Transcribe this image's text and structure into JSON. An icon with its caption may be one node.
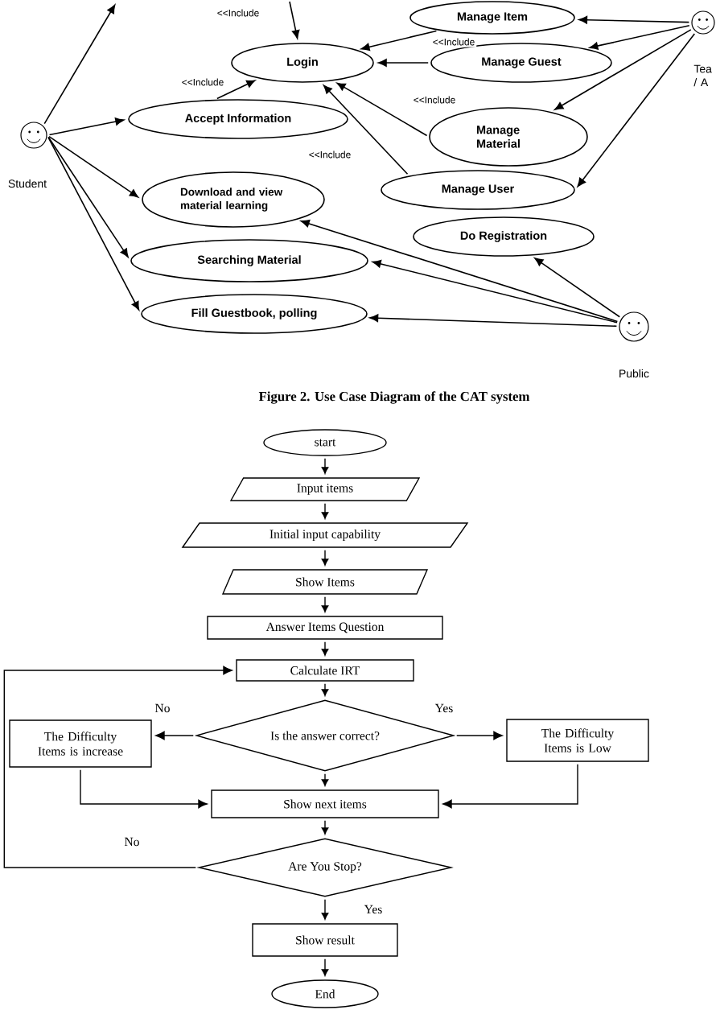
{
  "diagram": {
    "caption": "Figure 2. Use Case Diagram of the CAT system",
    "nodes": [
      {
        "text": [
          "Manage Item"
        ]
      },
      {
        "text": [],
        "shape": "person",
        "beside": [
          "Tea / A"
        ]
      },
      {
        "text": [
          "Login"
        ]
      },
      {
        "text": [
          "Manage Guest"
        ]
      },
      {
        "text": [
          "Accept Information"
        ]
      },
      {
        "text": [],
        "shape": "person",
        "beside": [
          "Student"
        ]
      },
      {
        "text": [
          "Manage Material"
        ]
      },
      {
        "text": [
          "Manage User"
        ]
      },
      {
        "text": [
          "Download and view material learning"
        ]
      },
      {
        "text": [
          "Do Registration"
        ]
      },
      {
        "text": [
          "Searching Material"
        ]
      },
      {
        "text": [
          "Fill Guestbook, polling"
        ]
      },
      {
        "text": [],
        "shape": "person",
        "beside": [
          "Public"
        ]
      },
      {
        "text": [
          "start"
        ]
      },
      {
        "text": [
          "Input items"
        ]
      },
      {
        "text": [
          "Initial input capability"
        ]
      },
      {
        "text": [
          "Show Items"
        ]
      },
      {
        "text": [
          "Answer Items Question"
        ]
      },
      {
        "text": [
          "Calculate IRT"
        ]
      },
      {
        "text": [
          "Is the answer correct?"
        ]
      },
      {
        "text": [
          "The Difficulty Items is increase"
        ]
      },
      {
        "text": [
          "The Difficulty Items is Low"
        ]
      },
      {
        "text": [
          "Show next items"
        ]
      },
      {
        "text": [
          "Are You Stop?"
        ]
      },
      {
        "text": [
          "Show result"
        ]
      },
      {
        "text": [
          "End"
        ]
      }
    ],
    "edges": [
      {
        "from": 5,
        "to": null,
        "arrow": "to"
      },
      {
        "from": 5,
        "to": 4,
        "arrow": "to"
      },
      {
        "from": 5,
        "to": 8,
        "arrow": "to"
      },
      {
        "from": 5,
        "to": 10,
        "arrow": "to"
      },
      {
        "from": 5,
        "to": 11,
        "arrow": "to"
      },
      {
        "from": null,
        "to": 2,
        "arrow": "to",
        "label": "<<Include"
      },
      {
        "from": 0,
        "to": 2,
        "arrow": "to",
        "label": "<<Include"
      },
      {
        "from": 4,
        "to": 2,
        "arrow": "to",
        "label": "<<Include"
      },
      {
        "from": 3,
        "to": 2,
        "arrow": "to"
      },
      {
        "from": 6,
        "to": 2,
        "arrow": "to",
        "label": "<<Include"
      },
      {
        "from": 7,
        "to": 2,
        "arrow": "to",
        "label": "<<Include"
      },
      {
        "from": 1,
        "to": 0,
        "arrow": "to"
      },
      {
        "from": 1,
        "to": 3,
        "arrow": "to"
      },
      {
        "from": 1,
        "to": 6,
        "arrow": "to"
      },
      {
        "from": 1,
        "to": 7,
        "arrow": "to"
      },
      {
        "from": 12,
        "to": 8,
        "arrow": "to"
      },
      {
        "from": 12,
        "to": 10,
        "arrow": "to"
      },
      {
        "from": 12,
        "to": 11,
        "arrow": "to"
      },
      {
        "from": 12,
        "to": 9,
        "arrow": "to"
      },
      {
        "from": 13,
        "to": 14,
        "arrow": "to"
      },
      {
        "from": 14,
        "to": 15,
        "arrow": "to"
      },
      {
        "from": 15,
        "to": 16,
        "arrow": "to"
      },
      {
        "from": 16,
        "to": 17,
        "arrow": "to"
      },
      {
        "from": 17,
        "to": 18,
        "arrow": "to"
      },
      {
        "from": 18,
        "to": 19,
        "arrow": "to"
      },
      {
        "from": 19,
        "to": 20,
        "arrow": "to",
        "label": "No"
      },
      {
        "from": 19,
        "to": 21,
        "arrow": "to",
        "label": "Yes"
      },
      {
        "from": 19,
        "to": 22,
        "arrow": "to"
      },
      {
        "from": 20,
        "to": 22,
        "arrow": "to"
      },
      {
        "from": 21,
        "to": 22,
        "arrow": "to"
      },
      {
        "from": 22,
        "to": 23,
        "arrow": "to"
      },
      {
        "from": 23,
        "to": 18,
        "arrow": "to",
        "label": "No"
      },
      {
        "from": 23,
        "to": 24,
        "arrow": "to",
        "label": "Yes"
      },
      {
        "from": 24,
        "to": 25,
        "arrow": "to"
      }
    ]
  }
}
